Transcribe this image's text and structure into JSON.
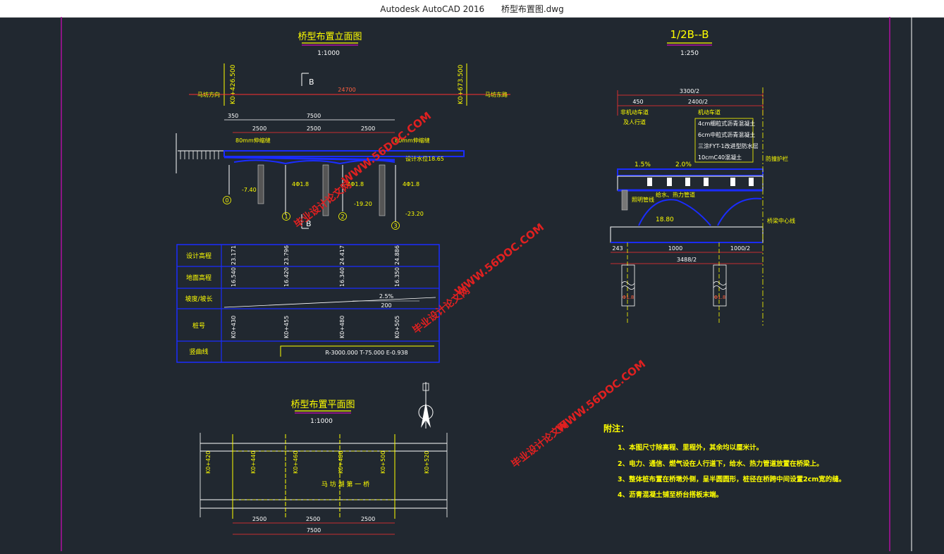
{
  "window": {
    "app_name": "Autodesk AutoCAD 2016",
    "file_name": "桥型布置图.dwg"
  },
  "elevation": {
    "title": "桥型布置立面图",
    "scale": "1:1000",
    "section_mark": "B",
    "left_station": "K0+426.500",
    "right_station": "K0+673.500",
    "left_direction": "马坊方向",
    "right_direction": "马坊东路",
    "total_length": "24700",
    "dim_350": "350",
    "dim_7500": "7500",
    "spans": [
      "2500",
      "2500",
      "2500"
    ],
    "left_joint": "80mm伸缩缝",
    "right_joint": "80mm伸缩缝",
    "water_level": "设计水位18.65",
    "elev_left": "-7.40",
    "elev_mid": "-19.20",
    "elev_right": "-23.20",
    "pile_a": "4Φ1.8",
    "pile_b": "4Φ1.8",
    "pile_c": "4Φ1.8",
    "piers": [
      "0",
      "1",
      "2",
      "3"
    ]
  },
  "profile_table": {
    "rows": [
      "设计高程",
      "地面高程",
      "坡度/坡长",
      "桩号",
      "竖曲线"
    ],
    "design_elev": [
      "23.171",
      "23.796",
      "24.417",
      "24.886"
    ],
    "ground_elev": [
      "16.540",
      "16.420",
      "16.340",
      "16.350"
    ],
    "slope_pct": "2.5%",
    "slope_len": "200",
    "stations": [
      "K0+430",
      "K0+455",
      "K0+480",
      "K0+505"
    ],
    "curve": "R-3000.000   T-75.000   E-0.938"
  },
  "section": {
    "title": "1/2B--B",
    "scale": "1:250",
    "width_total": "3300/2",
    "w_450": "450",
    "w_2400": "2400/2",
    "lane_left": "非机动车道",
    "lane_left2": "及人行道",
    "lane_main": "机动车道",
    "layers": [
      "4cm细粒式沥青混凝土",
      "6cm中粒式沥青混凝土",
      "三涂FYT-1改进型防水层",
      "10cmC40混凝土"
    ],
    "railing": "防撞护栏",
    "slope_a": "1.5%",
    "slope_b": "2.0%",
    "pipes": "给水、热力管道",
    "cable": "照明管线",
    "elev": "18.80",
    "centerline": "桥梁中心线",
    "b_243": "243",
    "b_1000": "1000",
    "b_1000_2": "1000/2",
    "b_3488": "3488/2",
    "pile_l": "Φ1.8",
    "pile_r": "Φ1.8"
  },
  "plan": {
    "title": "桥型布置平面图",
    "scale": "1:1000",
    "stations": [
      "K0+420",
      "K0+440",
      "K0+460",
      "K0+480",
      "K0+500",
      "K0+520"
    ],
    "bridge_name": "马 坊 湖 第 一 桥",
    "spans": [
      "2500",
      "2500",
      "2500"
    ],
    "total": "7500"
  },
  "notes": {
    "title": "附注：",
    "items": [
      "1、本图尺寸除高程、里程外，其余均以厘米计。",
      "2、电力、通信、燃气设在人行道下，给水、热力管道放置在桥梁上。",
      "3、整体桩布置在桥墩外侧，呈半圆圆形，桩径在桥跨中间设置2cm宽的缝。",
      "4、沥青混凝土铺至桥台搭板末端。"
    ]
  },
  "watermarks": {
    "a": "WWW.56DOC.COM",
    "b": "毕业设计论文网"
  },
  "colors": {
    "background": "#212830",
    "yellow": "#ffff00",
    "blue": "#1a2cff",
    "magenta": "#b0109f",
    "white": "#ffffff",
    "watermark": "#e02020"
  }
}
